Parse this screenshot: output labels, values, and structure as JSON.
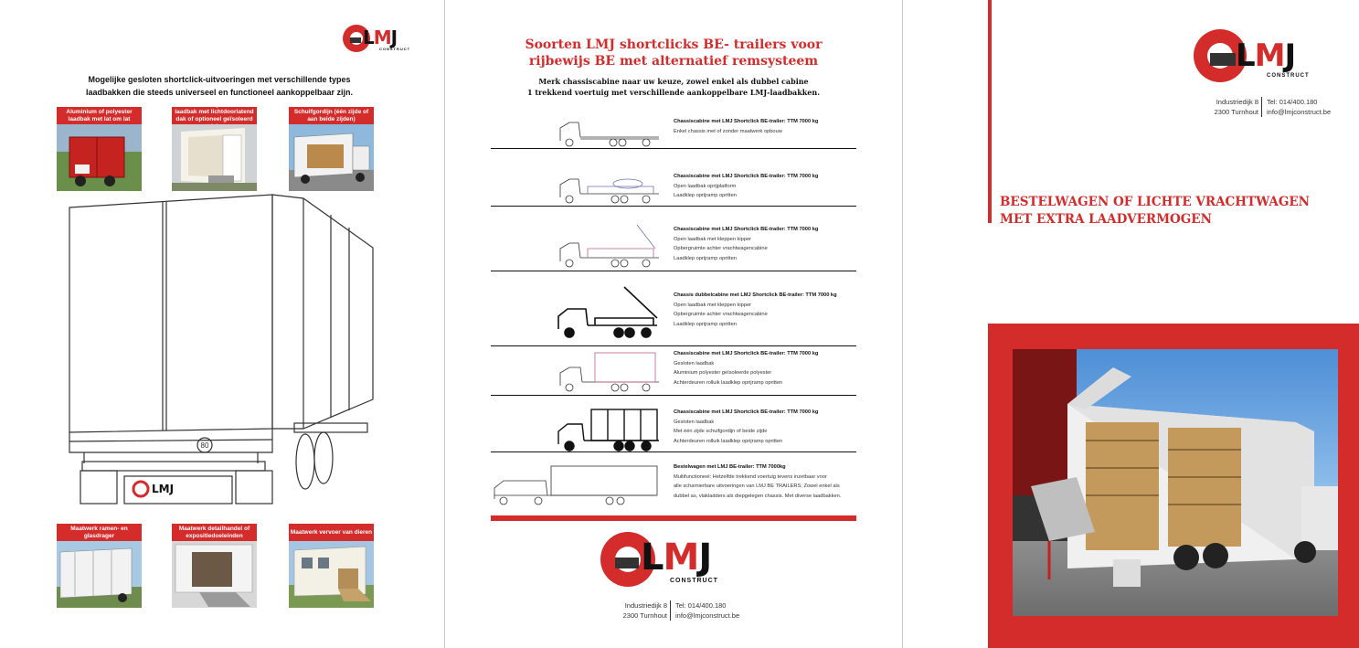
{
  "panel1": {
    "logo": {
      "text_l": "L",
      "text_m": "M",
      "text_j": "J",
      "tagline": "CONSTRUCT"
    },
    "intro_line1": "Mogelijke gesloten shortclick-uitvoeringen met verschillende types",
    "intro_line2": "laadbakken die steeds universeel en functioneel aankoppelbaar zijn.",
    "top_thumbs": [
      {
        "caption": "Aluminium of polyester laadbak met lat om lat"
      },
      {
        "caption": "Ferro fraam geïsoleerde laadbak met lichtdoorlatend dak of optioneel geïsoleerd dak"
      },
      {
        "caption": "Schuifgordijn (één zijde of aan beide zijden)"
      }
    ],
    "trailer_logo_text": "LMJ",
    "speed_sign": "80",
    "bottom_thumbs": [
      {
        "caption": "Maatwerk ramen- en glasdrager"
      },
      {
        "caption": "Maatwerk detailhandel of expositiedoeleinden"
      },
      {
        "caption": "Maatwerk vervoer van dieren"
      }
    ]
  },
  "panel2": {
    "title_line1": "Soorten LMJ shortclicks BE- trailers voor",
    "title_line2": "rijbewijs BE met alternatief remsysteem",
    "sub_line1": "Merk chassiscabine naar uw keuze, zowel enkel als dubbel cabine",
    "sub_line2": "1 trekkend voertuig met verschillende aankoppelbare LMJ-laadbakken.",
    "rows": [
      {
        "lines": [
          "Chassiscabine met LMJ Shortclick BE-trailer: TTM 7000 kg",
          "Enkel chassis met of zonder maatwerk opbouw"
        ]
      },
      {
        "lines": [
          "Chassiscabine met LMJ Shortclick BE-trailer: TTM 7000 kg",
          "Open laadbak   oprijplatform",
          "Laadklep   oprijramp   opritten"
        ]
      },
      {
        "lines": [
          "Chassiscabine met LMJ Shortclick BE-trailer: TTM 7000 kg",
          "Open laadbak met kleppen   kipper",
          "Opbergruimte achter vrachtwagencabine",
          "Laadklep   oprijramp   opritten"
        ]
      },
      {
        "lines": [
          "Chassis dubbelcabine met LMJ Shortclick BE-trailer: TTM 7000 kg",
          "Open laadbak met kleppen   kipper",
          " Opbergruimte achter vrachtwagencabine",
          "Laadklep   oprijramp   opritten"
        ]
      },
      {
        "lines": [
          "Chassiscabine met LMJ Shortclick BE-trailer: TTM 7000 kg",
          "Gesloten laadbak",
          "Aluminium   polyester   geïsoleerde polyester",
          "Achterdeuren   rolluik   laadklep   oprijramp   opritten"
        ]
      },
      {
        "lines": [
          "Chassiscabine met LMJ Shortclick BE-trailer: TTM 7000 kg",
          "Gesloten laadbak",
          "Met één zijde schuifgordijn of beide zijde",
          " Achterdeuren   rolluik   laadklep   oprijramp   opritten"
        ]
      },
      {
        "lines": [
          "Bestelwagen met LMJ BE-trailer: TTM 7000kg",
          "Multifunctioneel: Hetzelfde trekkend voertuig tevens inzetbaar voor",
          "alle scharnierbare uitvoeringen van LMJ BE TRAILERS; Zowel enkel als",
          "dubbel as, vlakladders als diepgelegen chassis. Met diverse laadbakken."
        ]
      }
    ],
    "address": {
      "street": "Industriedijk 8",
      "city": "2300 Turnhout",
      "tel": "Tel: 014/400.180",
      "email": "info@lmjconstruct.be"
    }
  },
  "panel3": {
    "address": {
      "street": "Industriedijk 8",
      "city": "2300 Turnhout",
      "tel": "Tel: 014/400.180",
      "email": "info@lmjconstruct.be"
    },
    "heading_line1": "BESTELWAGEN OF LICHTE VRACHTWAGEN",
    "heading_line2": "MET EXTRA LAADVERMOGEN"
  },
  "colors": {
    "brand_red": "#d42b2b",
    "text_dark": "#111111"
  }
}
